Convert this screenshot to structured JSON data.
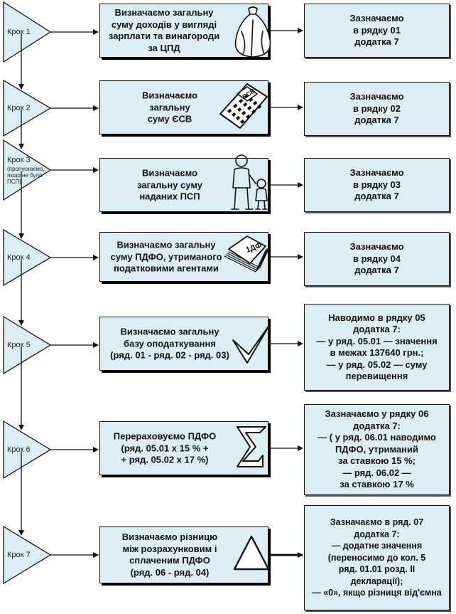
{
  "steps": [
    {
      "label": "Крок 1",
      "action": "Визначаємо загальну\nсуму доходів у вигляді\nзарплати та винагороди\nза ЦПД",
      "result": "Зазначаємо\nв рядку 01\nдодатка 7",
      "icon": "sack-icon"
    },
    {
      "label": "Крок 2",
      "action": "Визначаємо\nзагальну\nсуму ЄСВ",
      "result": "Зазначаємо\nв рядку 02\nдодатка 7",
      "icon": "calculator-icon",
      "icon_text": "ЄСВ"
    },
    {
      "label": "Крок 3",
      "note": "(пропускаємо,\nякщо не було\nПСП)",
      "action": "Визначаємо\nзагальну суму\nнаданих ПСП",
      "result": "Зазначаємо\nв рядку 03\nдодатка 7",
      "icon": "parent-child-icon"
    },
    {
      "label": "Крок 4",
      "action": "Визначаємо загальну\nсуму ПДФО, утриманого\nподатковими агентами",
      "result": "Зазначаємо\nв рядку 04\nдодатка 7",
      "icon": "documents-icon",
      "icon_text": "1ДФ"
    },
    {
      "label": "Крок 5",
      "action": "Визначаємо загальну\nбазу оподаткування\n(ряд. 01 - ряд. 02 - ряд. 03)",
      "result": "Наводимо в рядку 05\nдодатка 7:\n— у ряд. 05.01 — значення\nв межах 137640 грн.;\n— у ряд. 05.02 — суму\nперевищення",
      "icon": "checkmark-icon"
    },
    {
      "label": "Крок 6",
      "action": "Перераховуємо ПДФО\n(ряд. 05.01 х 15 % +\n+ ряд. 05.02 х 17 %)",
      "result": "Зазначаємо у рядку 06\nдодатка 7:\n— ( у ряд. 06.01 наводимо\nПДФО, утриманий\nза ставкою 15 %;\n— ряд. 06.02 —\nза ставкою 17 %",
      "icon": "sigma-icon"
    },
    {
      "label": "Крок 7",
      "action": "Визначаємо різницю\nміж розрахунковим і\nсплаченим ПДФО\n(ряд. 06 - ряд. 04)",
      "result": "Зазначаємо в ряд. 07\nдодатка 7:\n— додатне значення\n(переносимо до кол. 5\nряд. 01.01 розд. II\nдекларації);\n— «0», якщо різниця від'ємна",
      "icon": "delta-icon"
    }
  ],
  "colors": {
    "box_fill": "#dcedf6",
    "stroke": "#111111"
  }
}
